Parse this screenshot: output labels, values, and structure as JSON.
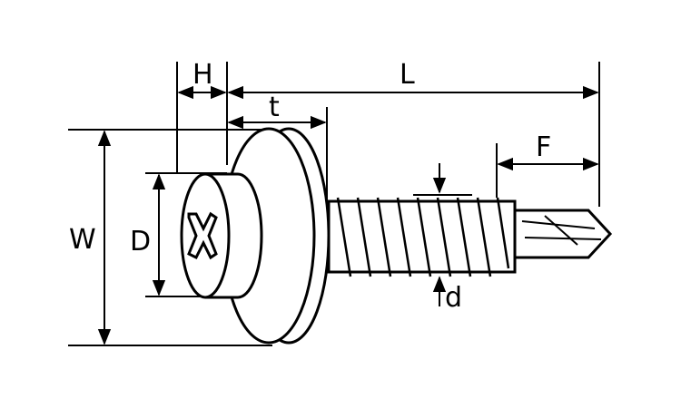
{
  "labels": {
    "H": "H",
    "L": "L",
    "t": "t",
    "F": "F",
    "W": "W",
    "D": "D",
    "d": "d"
  },
  "colors": {
    "line": "#000000",
    "background": "#ffffff"
  }
}
